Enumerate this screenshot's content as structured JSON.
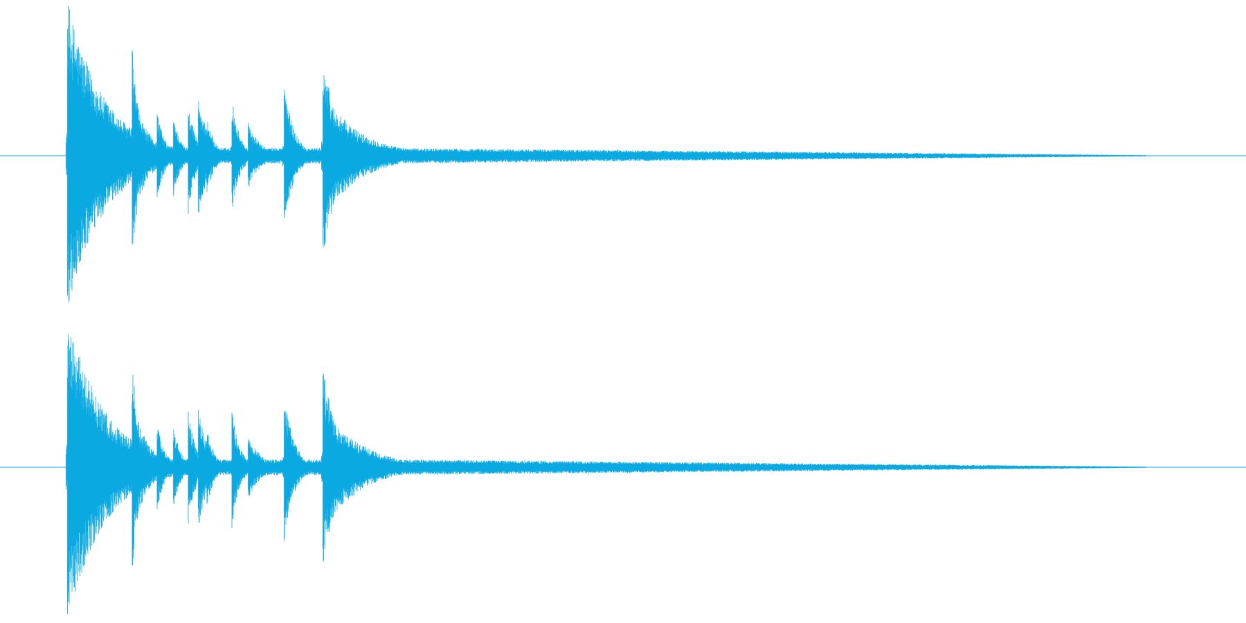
{
  "waveform": {
    "color": "#0aa9e1",
    "background": "#ffffff",
    "channel_count": 2,
    "transients": [
      {
        "t": 0.054,
        "amp": 1.0,
        "decay": 0.03
      },
      {
        "t": 0.061,
        "amp": 0.7,
        "decay": 0.02
      },
      {
        "t": 0.067,
        "amp": 0.55,
        "decay": 0.018
      },
      {
        "t": 0.075,
        "amp": 0.3,
        "decay": 0.04
      },
      {
        "t": 0.106,
        "amp": 0.72,
        "decay": 0.006
      },
      {
        "t": 0.11,
        "amp": 0.32,
        "decay": 0.012
      },
      {
        "t": 0.126,
        "amp": 0.3,
        "decay": 0.006
      },
      {
        "t": 0.139,
        "amp": 0.28,
        "decay": 0.006
      },
      {
        "t": 0.151,
        "amp": 0.38,
        "decay": 0.006
      },
      {
        "t": 0.159,
        "amp": 0.4,
        "decay": 0.008
      },
      {
        "t": 0.166,
        "amp": 0.27,
        "decay": 0.006
      },
      {
        "t": 0.186,
        "amp": 0.4,
        "decay": 0.006
      },
      {
        "t": 0.199,
        "amp": 0.22,
        "decay": 0.01
      },
      {
        "t": 0.228,
        "amp": 0.48,
        "decay": 0.008
      },
      {
        "t": 0.259,
        "amp": 0.66,
        "decay": 0.012
      },
      {
        "t": 0.264,
        "amp": 0.35,
        "decay": 0.03
      }
    ],
    "sustain_level": 0.05,
    "sustain_end": 0.92
  }
}
